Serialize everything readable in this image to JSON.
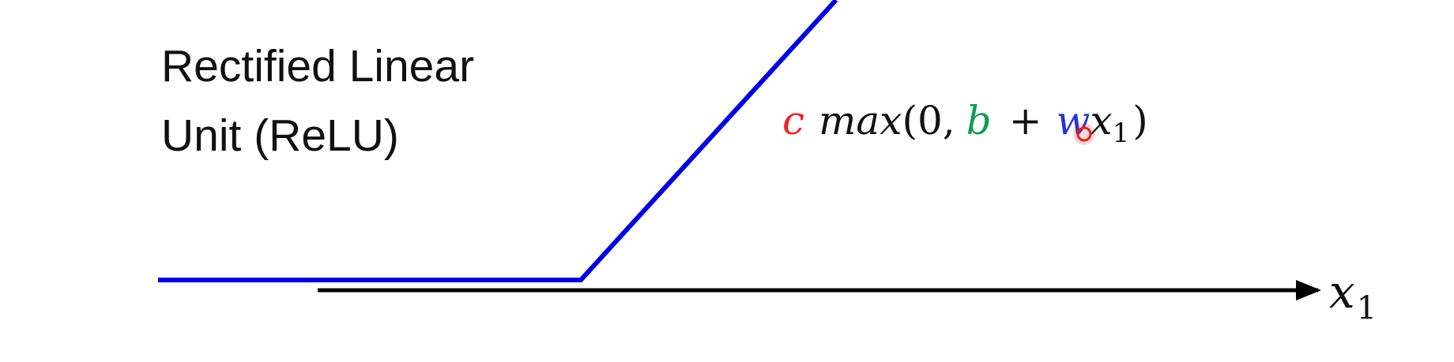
{
  "title": {
    "line1": "Rectified Linear",
    "line2": "Unit (ReLU)"
  },
  "formula": {
    "c": "c",
    "max": "max",
    "open_paren": "(",
    "zero": "0",
    "comma": ",",
    "b": "b",
    "plus": "+",
    "w": "w",
    "x": "x",
    "x_subscript": "1",
    "close_paren": ")"
  },
  "axis": {
    "x": "x",
    "x_subscript": "1"
  },
  "colors": {
    "relu_line": "#0000dd",
    "axis": "#000000",
    "c": "#ee2222",
    "b": "#119955",
    "w": "#2233dd",
    "text": "#111111",
    "cursor": "#dd2222"
  }
}
